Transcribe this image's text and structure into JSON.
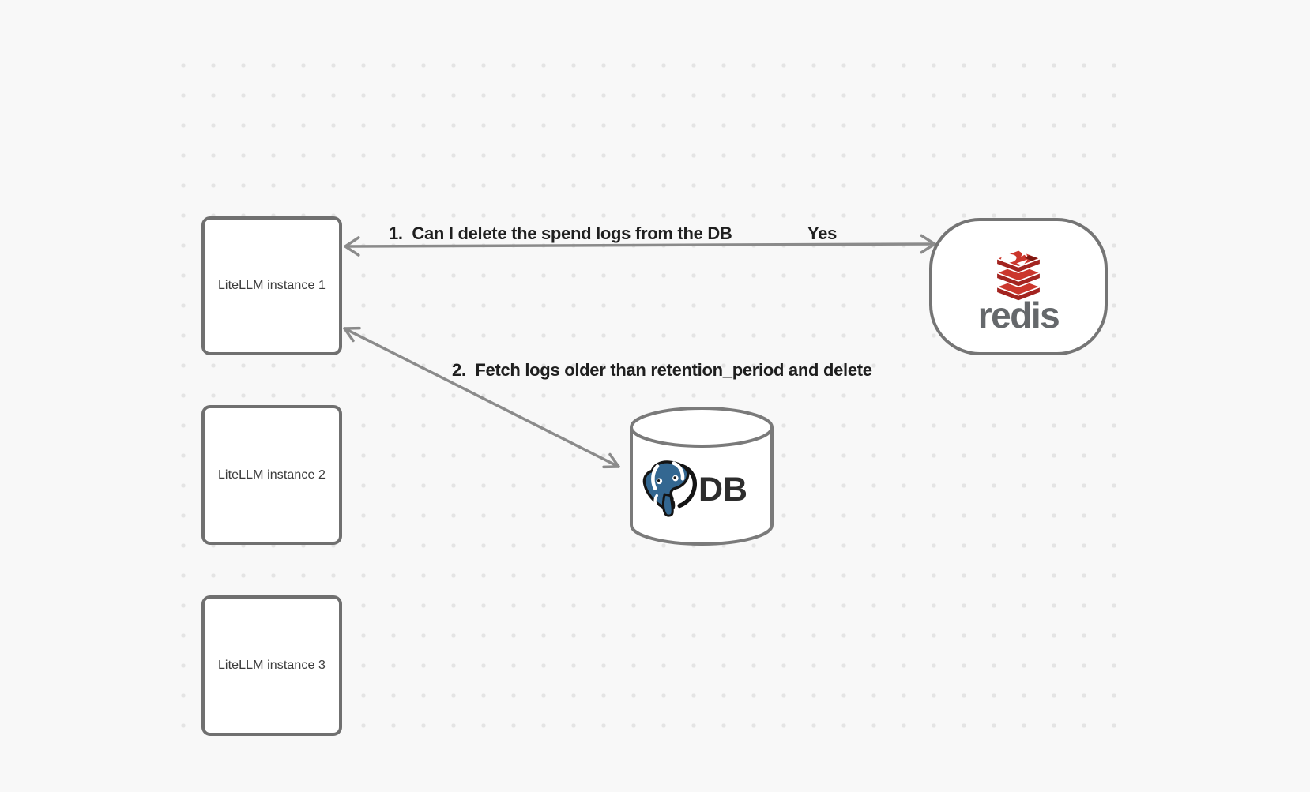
{
  "nodes": {
    "instances": [
      {
        "label": "LiteLLM instance 1"
      },
      {
        "label": "LiteLLM instance 2"
      },
      {
        "label": "LiteLLM instance 3"
      }
    ],
    "redis": {
      "wordmark": "redis"
    },
    "database": {
      "label": "DB"
    }
  },
  "edges": {
    "redis_to_instance1": {
      "label": "1.  Can I delete the spend logs from the DB",
      "answer": "Yes",
      "bidirectional": true
    },
    "instance1_to_db": {
      "label": "2.  Fetch logs older than retention_period and delete",
      "bidirectional": true
    }
  },
  "icons": {
    "redis_logo": "redis-stacked-layers-icon",
    "postgres_logo": "postgresql-elephant-icon",
    "database_shape": "cylinder"
  },
  "colors": {
    "background": "#f8f8f8",
    "grid_dot": "#e4e4e4",
    "node_fill": "#ffffff",
    "shape_border": "#707070",
    "arrow": "#8b8b8b",
    "edge_text": "#1f1f1f",
    "node_label": "#3b3b3b",
    "redis_red": "#cb362c",
    "redis_red_dark": "#a32420",
    "redis_wordmark_gray": "#65686b",
    "postgres_blue": "#336791",
    "db_text": "#2d2d2d"
  }
}
